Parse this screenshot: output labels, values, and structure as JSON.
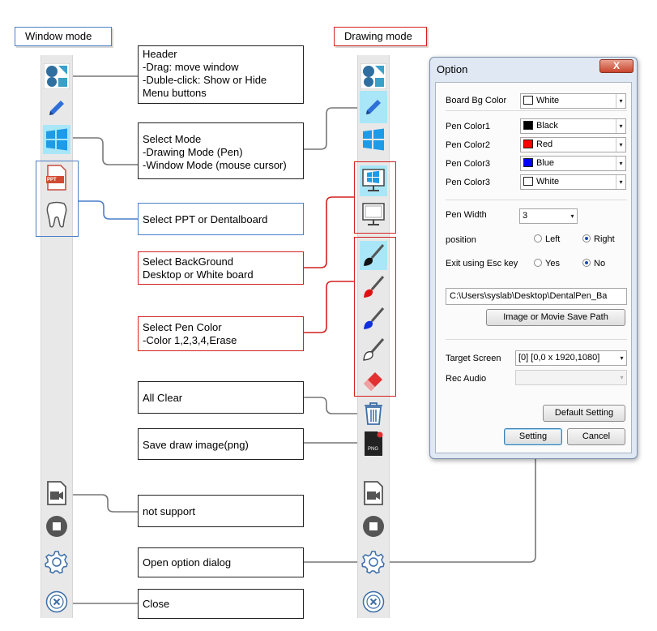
{
  "modes": {
    "window_mode": "Window mode",
    "drawing_mode": "Drawing mode"
  },
  "callouts": {
    "header": [
      "Header",
      "-Drag: move window",
      "-Duble-click: Show or Hide",
      "Menu buttons"
    ],
    "select_mode": [
      "Select Mode",
      "-Drawing Mode (Pen)",
      "-Window Mode (mouse cursor)"
    ],
    "select_ppt": "Select PPT or Dentalboard",
    "select_background": [
      "Select BackGround",
      "Desktop or White board"
    ],
    "select_pen_color": [
      "Select Pen Color",
      "-Color 1,2,3,4,Erase"
    ],
    "all_clear": "All Clear",
    "save_image": "Save draw image(png)",
    "not_support": "not support",
    "open_option": "Open option dialog",
    "close": "Close"
  },
  "icons": {
    "ppt_badge": "PPT",
    "png_badge": "PNG"
  },
  "dialog": {
    "title": "Option",
    "close_glyph": "X",
    "board_bg_color": {
      "label": "Board Bg Color",
      "value": "White",
      "swatch": "#ffffff"
    },
    "pen_colors": [
      {
        "label": "Pen Color1",
        "value": "Black",
        "swatch": "#000000"
      },
      {
        "label": "Pen Color2",
        "value": "Red",
        "swatch": "#ff0000"
      },
      {
        "label": "Pen Color3",
        "value": "Blue",
        "swatch": "#0000ff"
      },
      {
        "label": "Pen Color3",
        "value": "White",
        "swatch": "#ffffff"
      }
    ],
    "pen_width": {
      "label": "Pen Width",
      "value": "3"
    },
    "position": {
      "label": "position",
      "left": "Left",
      "right": "Right",
      "selected": "Right"
    },
    "exit_esc": {
      "label": "Exit using Esc key",
      "yes": "Yes",
      "no": "No",
      "selected": "No"
    },
    "save_path_value": "C:\\Users\\syslab\\Desktop\\DentalPen_Ba",
    "save_path_button": "Image or Movie Save Path",
    "target_screen": {
      "label": "Target Screen",
      "value": "[0] [0,0 x 1920,1080]"
    },
    "rec_audio": {
      "label": "Rec Audio",
      "value": ""
    },
    "default_button": "Default Setting",
    "setting_button": "Setting",
    "cancel_button": "Cancel"
  },
  "colors": {
    "blue_frame": "#4a7fc8",
    "red_frame": "#d42020",
    "highlight": "#a9e6f7",
    "toolbar": "#e8e8e8"
  }
}
